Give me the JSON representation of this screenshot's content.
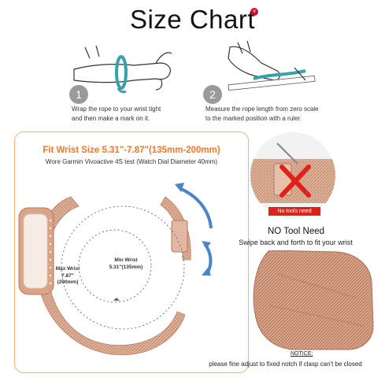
{
  "header": {
    "title": "Size Chart",
    "badge_icon": "brand-mark-icon"
  },
  "steps": [
    {
      "number": "1",
      "line1": "Wrap the rope to your wrist tight",
      "line2": "and then make a mark on it."
    },
    {
      "number": "2",
      "line1": "Measure the rope length from zero scale",
      "line2": "to the marked position with a ruler."
    }
  ],
  "fit": {
    "title": "Fit Wrist Size 5.31\"-7.87\"(135mm-200mm)",
    "subtitle": "Wore Garmin Vivoactive 4S test (Watch Dial Diameter 40mm)",
    "min_wrist_label": "Min Wrist",
    "min_wrist_value": "5.31\"(135mm)",
    "max_wrist_label": "Max Wrist",
    "max_wrist_value_in": "7.87\"",
    "max_wrist_value_mm": "(200mm)"
  },
  "tools": {
    "no_tools_stamp": "No tools need",
    "heading": "NO Tool Need",
    "swipe_text": "Swipe back and forth to fit your wrist"
  },
  "notice": {
    "title": "NOTICE:",
    "text": "please fine adjust to fixed notch if clasp can't be closed"
  },
  "colors": {
    "accent_orange": "#f07a2f",
    "teal_rope": "#33a3a8",
    "arrow_blue": "#4a86c5",
    "rose_gold": "#d9a488",
    "cross_red": "#e0201b"
  }
}
